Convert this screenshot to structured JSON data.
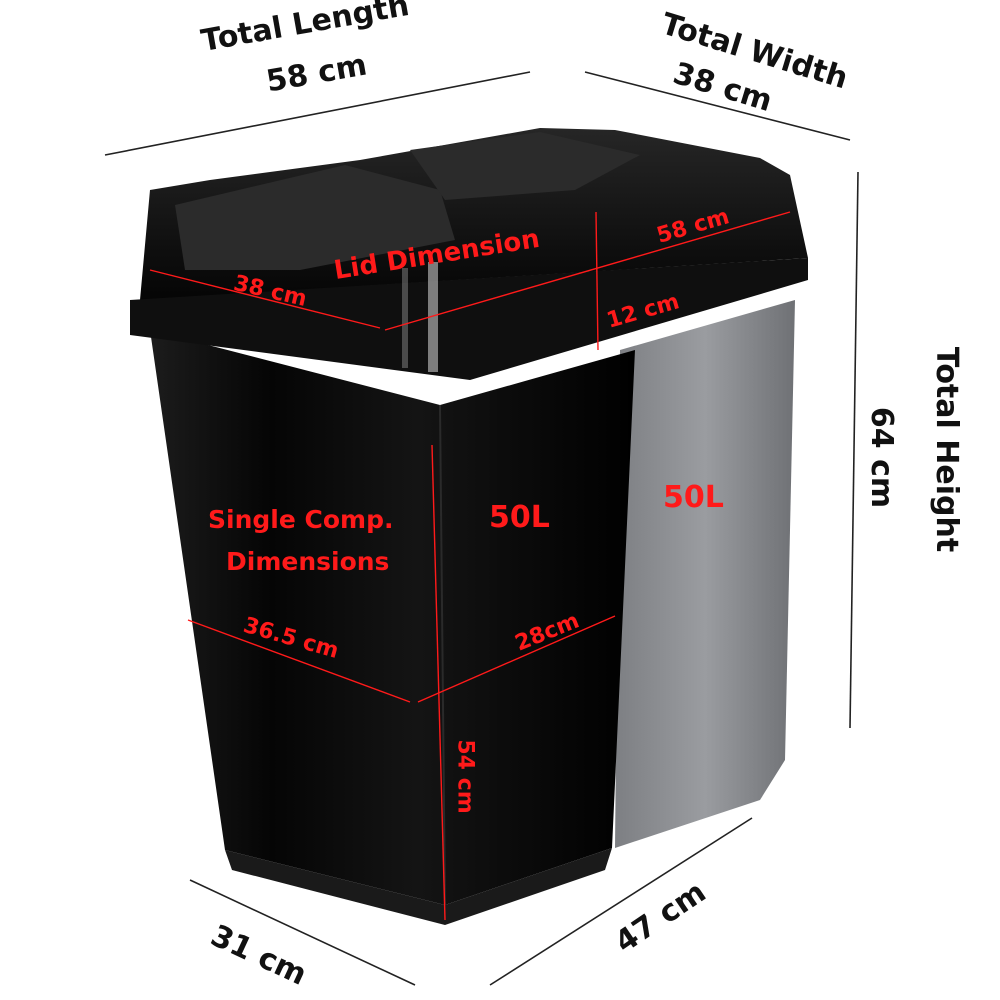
{
  "overall": {
    "length_title": "Total Length",
    "length_value": "58 cm",
    "width_title": "Total Width",
    "width_value": "38 cm",
    "height_title": "Total Height",
    "height_value": "64 cm",
    "base_left": "31 cm",
    "base_right": "47 cm"
  },
  "lid": {
    "title": "Lid Dimension",
    "width": "38 cm",
    "length": "58 cm",
    "height": "12 cm"
  },
  "compartment": {
    "title_line1": "Single Comp.",
    "title_line2": "Dimensions",
    "width": "36.5 cm",
    "depth": "28cm",
    "height": "54 cm",
    "capacity_front": "50L",
    "capacity_side": "50L"
  },
  "colors": {
    "annotation_red": "#ff1a1a",
    "body_black": "#0b0b0b",
    "body_grey": "#8d8f93",
    "text_black": "#111111"
  }
}
